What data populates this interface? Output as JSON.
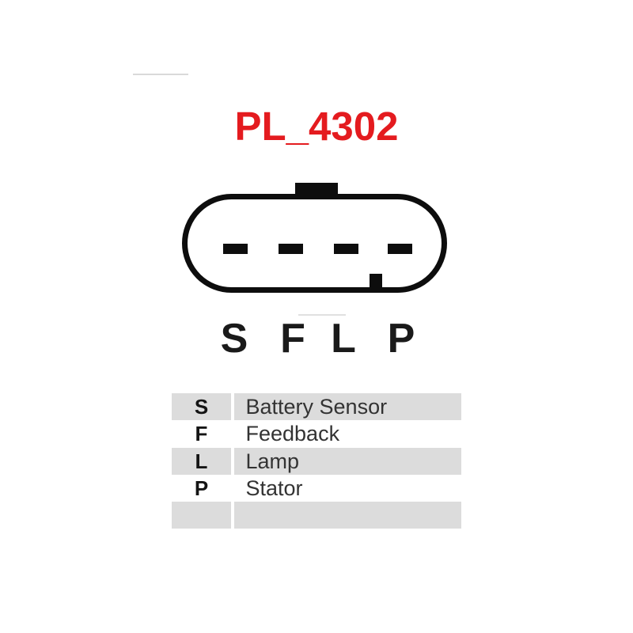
{
  "title": {
    "text": "PL_4302",
    "color": "#e41b1f"
  },
  "connector": {
    "type": "4-pin oval regulator plug outline",
    "outline_color": "#0d0d0d",
    "pins": [
      {
        "label": "S"
      },
      {
        "label": "F"
      },
      {
        "label": "L"
      },
      {
        "label": "P"
      }
    ]
  },
  "pin_table": {
    "shaded_row_color": "#dcdcdc",
    "rows": [
      {
        "pin": "S",
        "description": "Battery Sensor"
      },
      {
        "pin": "F",
        "description": "Feedback"
      },
      {
        "pin": "L",
        "description": "Lamp"
      },
      {
        "pin": "P",
        "description": "Stator"
      },
      {
        "pin": "",
        "description": ""
      }
    ]
  }
}
